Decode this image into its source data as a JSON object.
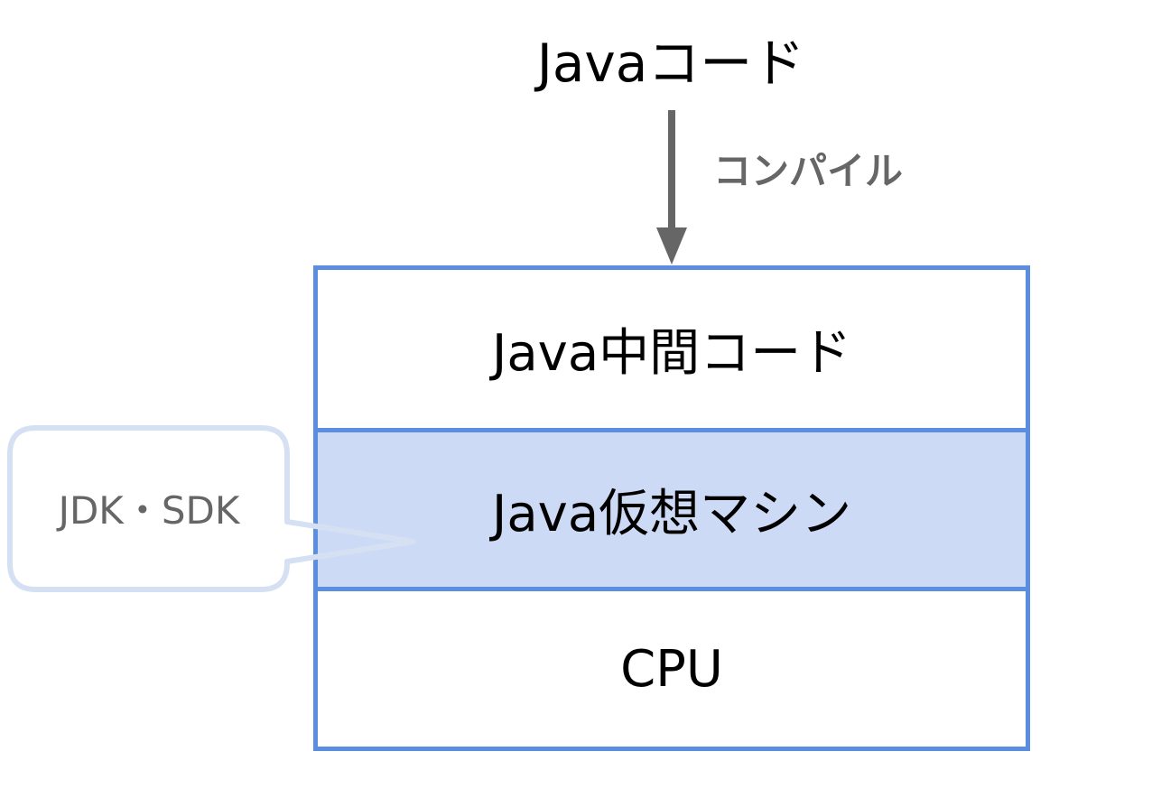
{
  "diagram": {
    "top_label": "Javaコード",
    "arrow_label": "コンパイル",
    "layers": [
      {
        "label": "Java中間コード",
        "fill": "#ffffff"
      },
      {
        "label": "Java仮想マシン",
        "fill": "#cddaf5"
      },
      {
        "label": "CPU",
        "fill": "#ffffff"
      }
    ],
    "callout": {
      "label": "JDK・SDK"
    },
    "colors": {
      "stack_border": "#5b8ee0",
      "highlight_fill": "#cddaf5",
      "callout_border": "#d5e1f3",
      "arrow": "#666666",
      "secondary_text": "#666666"
    }
  }
}
